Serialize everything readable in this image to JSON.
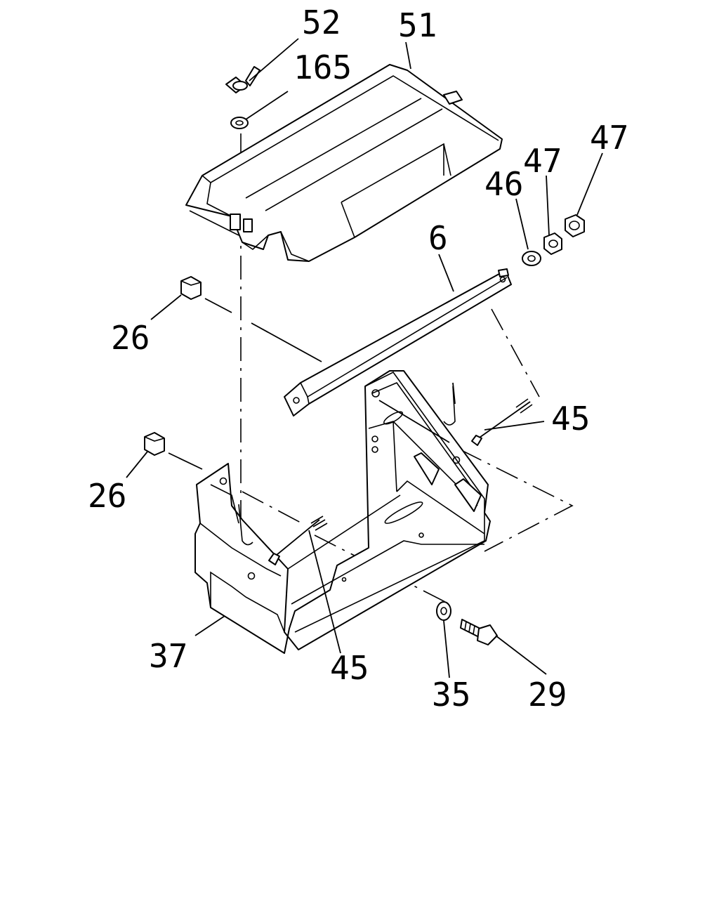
{
  "labels": {
    "wing_nut": "52",
    "top_washer": "165",
    "cover": "51",
    "washer_right": "46",
    "nut_right_inner": "47",
    "nut_right_outer": "47",
    "hold_down_bar": "6",
    "nut_upper_left": "26",
    "nut_lower_left": "26",
    "rod_right": "45",
    "tray": "37",
    "rod_left": "45",
    "washer_bottom": "35",
    "bolt": "29"
  },
  "colors": {
    "line": "#000000",
    "paper": "#ffffff"
  }
}
